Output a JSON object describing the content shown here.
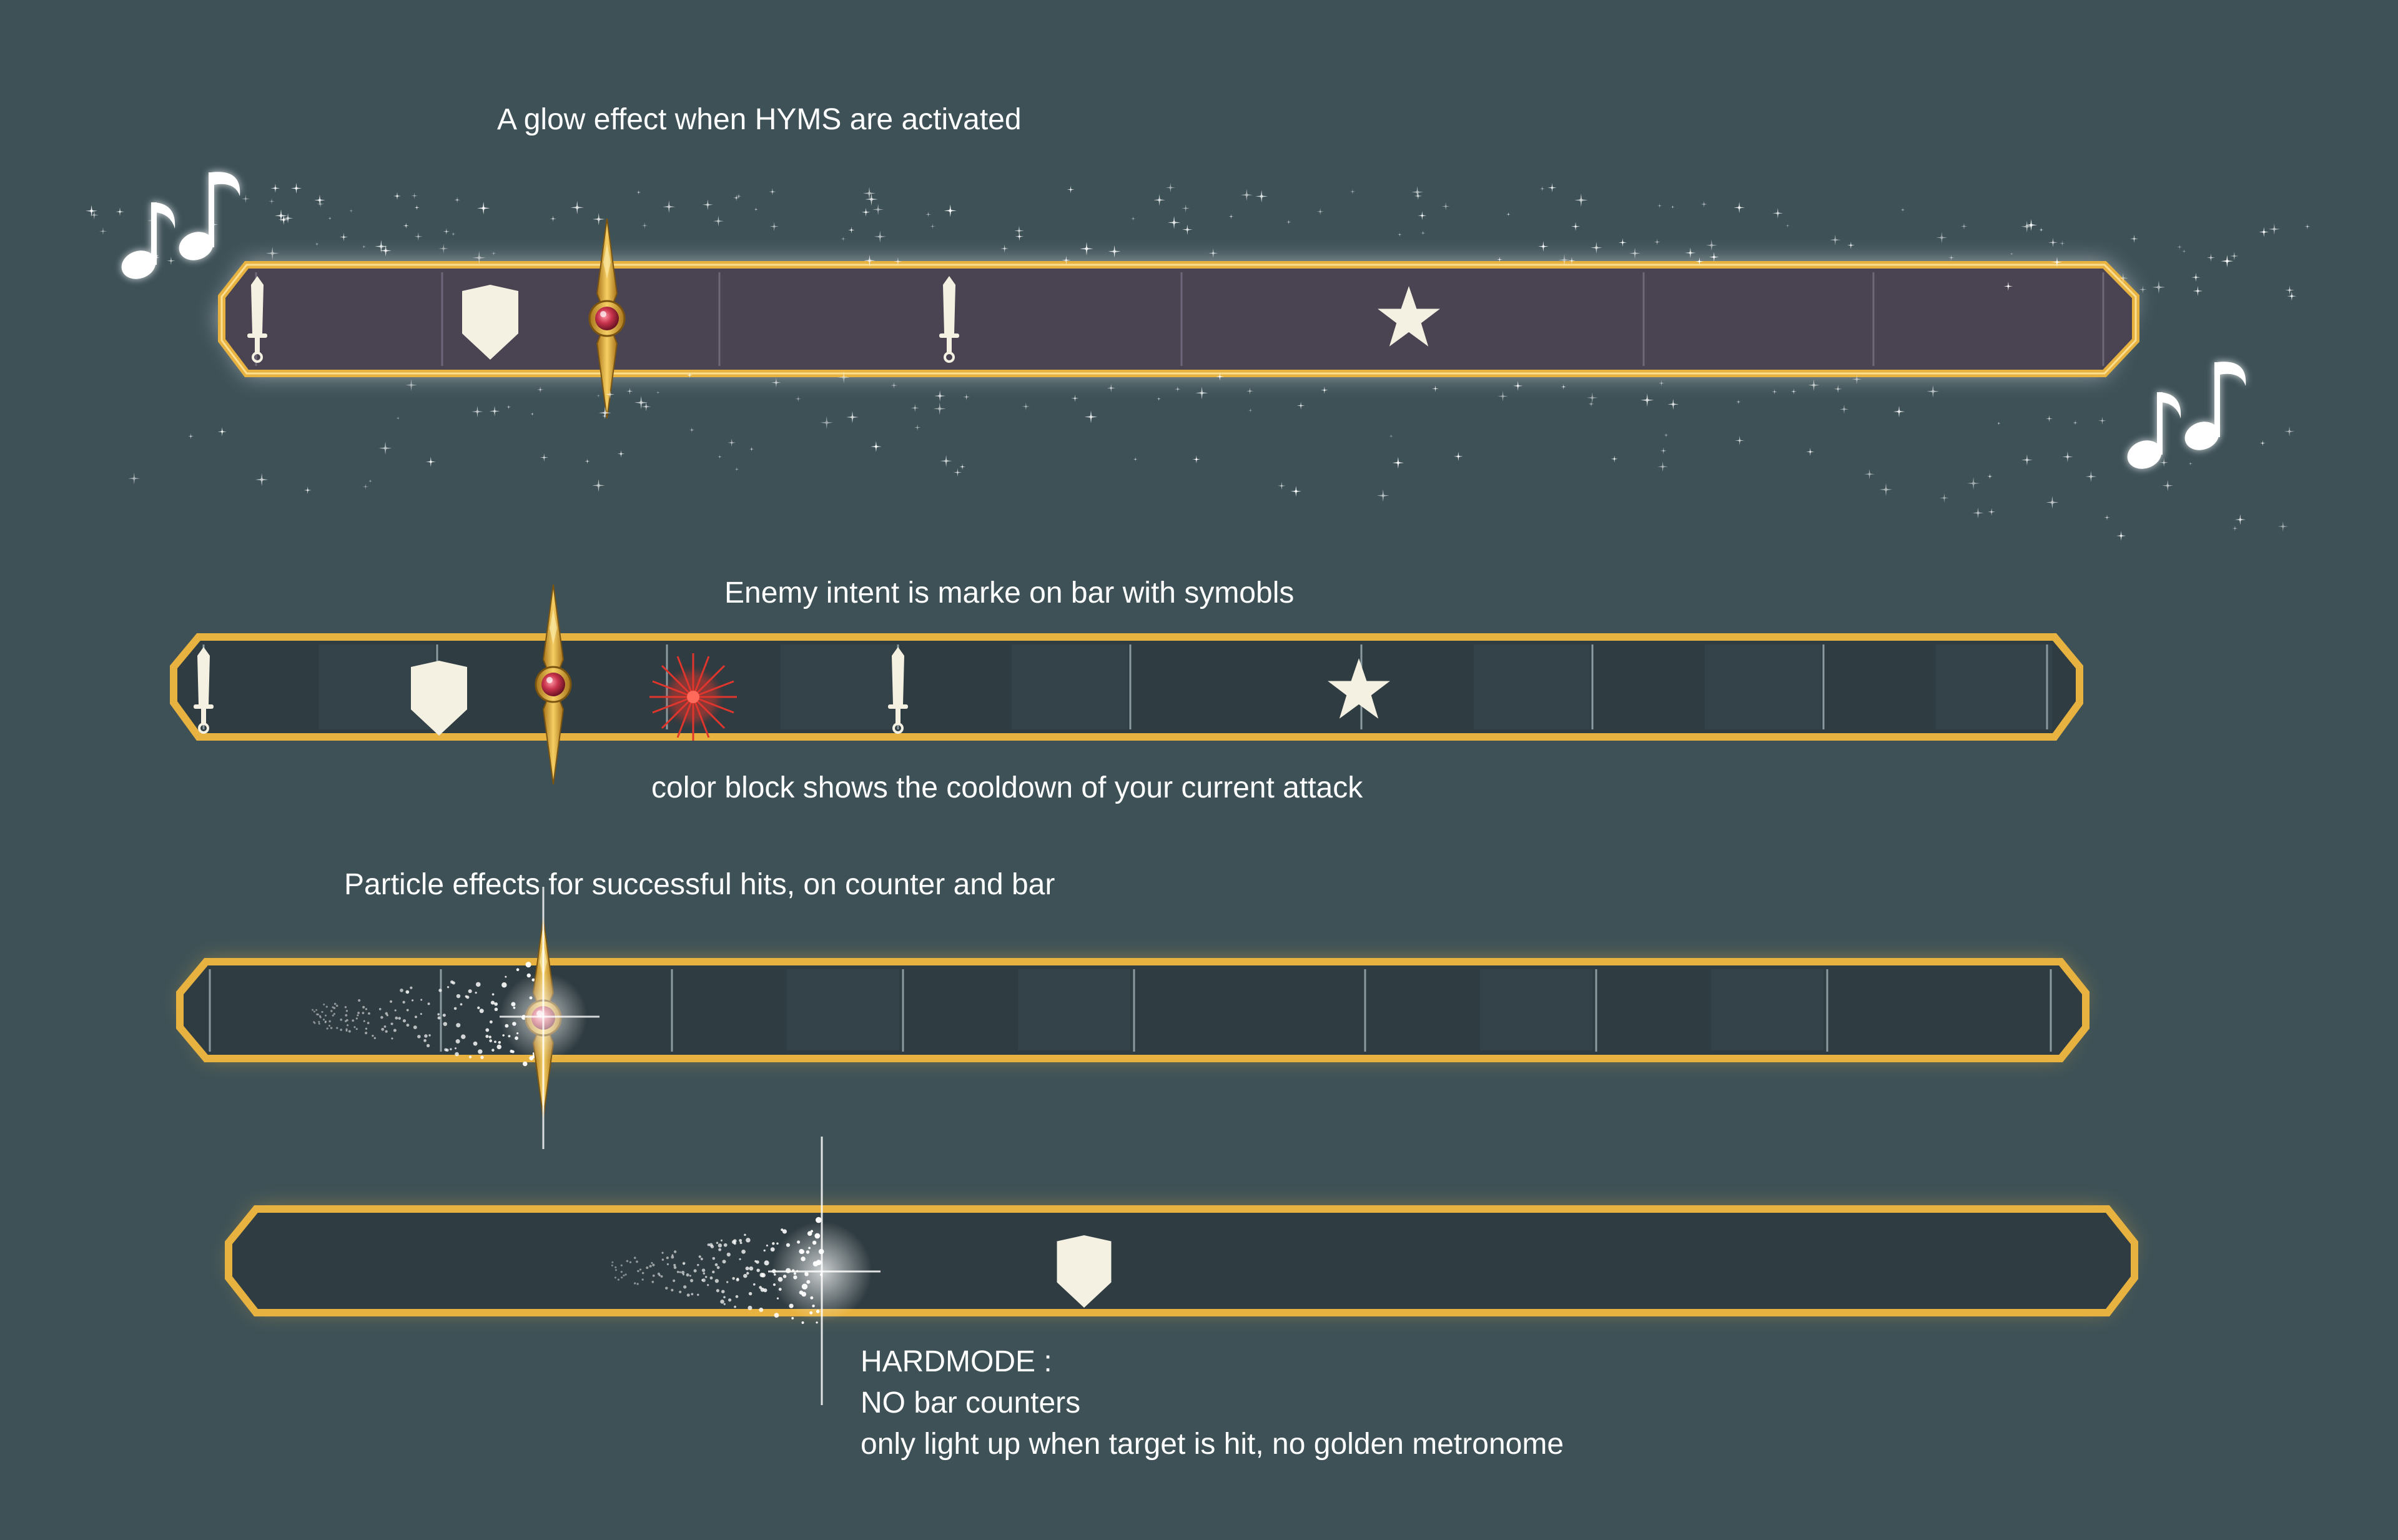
{
  "captions": {
    "glow": "A glow effect when HYMS are activated",
    "intent": "Enemy intent is marke on bar with symobls",
    "cooldown": "color block shows the cooldown of  your current attack",
    "particles": "Particle effects for successful hits, on counter and bar",
    "hardmode_title": "HARDMODE  :",
    "hardmode_line1": "NO bar counters",
    "hardmode_line2": "only light up when target is hit, no golden metronome"
  },
  "colors": {
    "background": "#3d5157",
    "bar_frame_gold": "#e7b23f",
    "bar_fill_dark": "#2e3b40",
    "bar_fill_glow": "#4a4452",
    "symbol_ivory": "#f4f1e2",
    "cooldown_burst": "#e0352c",
    "gem_red": "#c9344c"
  },
  "bars": [
    {
      "id": "hyms-glow",
      "symbols": [
        "sword-icon",
        "shield-icon",
        "sword-icon",
        "star-icon"
      ],
      "metronome": true,
      "counters": true,
      "notes": true
    },
    {
      "id": "enemy-intent",
      "symbols": [
        "sword-icon",
        "shield-icon",
        "cooldown-burst-icon",
        "sword-icon",
        "star-icon"
      ],
      "metronome": true,
      "counters": true
    },
    {
      "id": "particle-hit",
      "symbols": [],
      "metronome": true,
      "counters": true,
      "particles": true
    },
    {
      "id": "hardmode",
      "symbols": [
        "shield-icon"
      ],
      "metronome": false,
      "counters": false,
      "particles": true
    }
  ]
}
